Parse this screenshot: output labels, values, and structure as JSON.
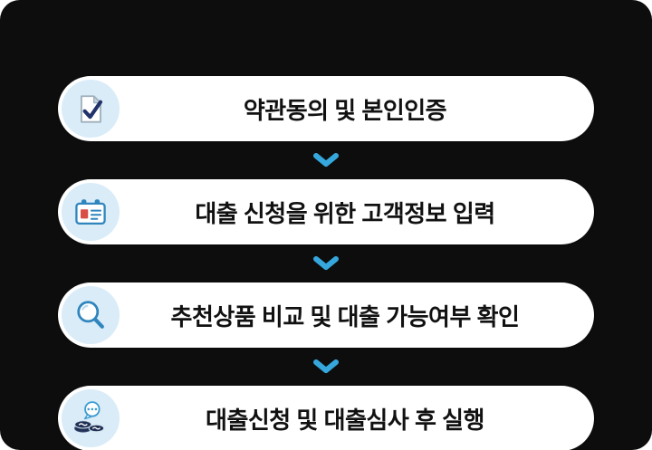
{
  "title": "loan-application-process-steps",
  "steps": [
    {
      "label": "약관동의 및 본인인증",
      "icon": "document-check-icon"
    },
    {
      "label": "대출 신청을 위한 고객정보 입력",
      "icon": "id-card-icon"
    },
    {
      "label": "추천상품 비교 및 대출 가능여부 확인",
      "icon": "magnifier-icon"
    },
    {
      "label": "대출신청 및 대출심사 후 실행",
      "icon": "coins-chat-icon"
    }
  ],
  "arrow": {
    "direction": "down",
    "color": "#36a7dd"
  },
  "colors": {
    "background": "#0d0d0d",
    "pill": "#ffffff",
    "icon_circle": "#d9ecf8",
    "text": "#111111",
    "icon_blue": "#2f85bd",
    "icon_navy": "#203055",
    "icon_red": "#d94f45"
  }
}
